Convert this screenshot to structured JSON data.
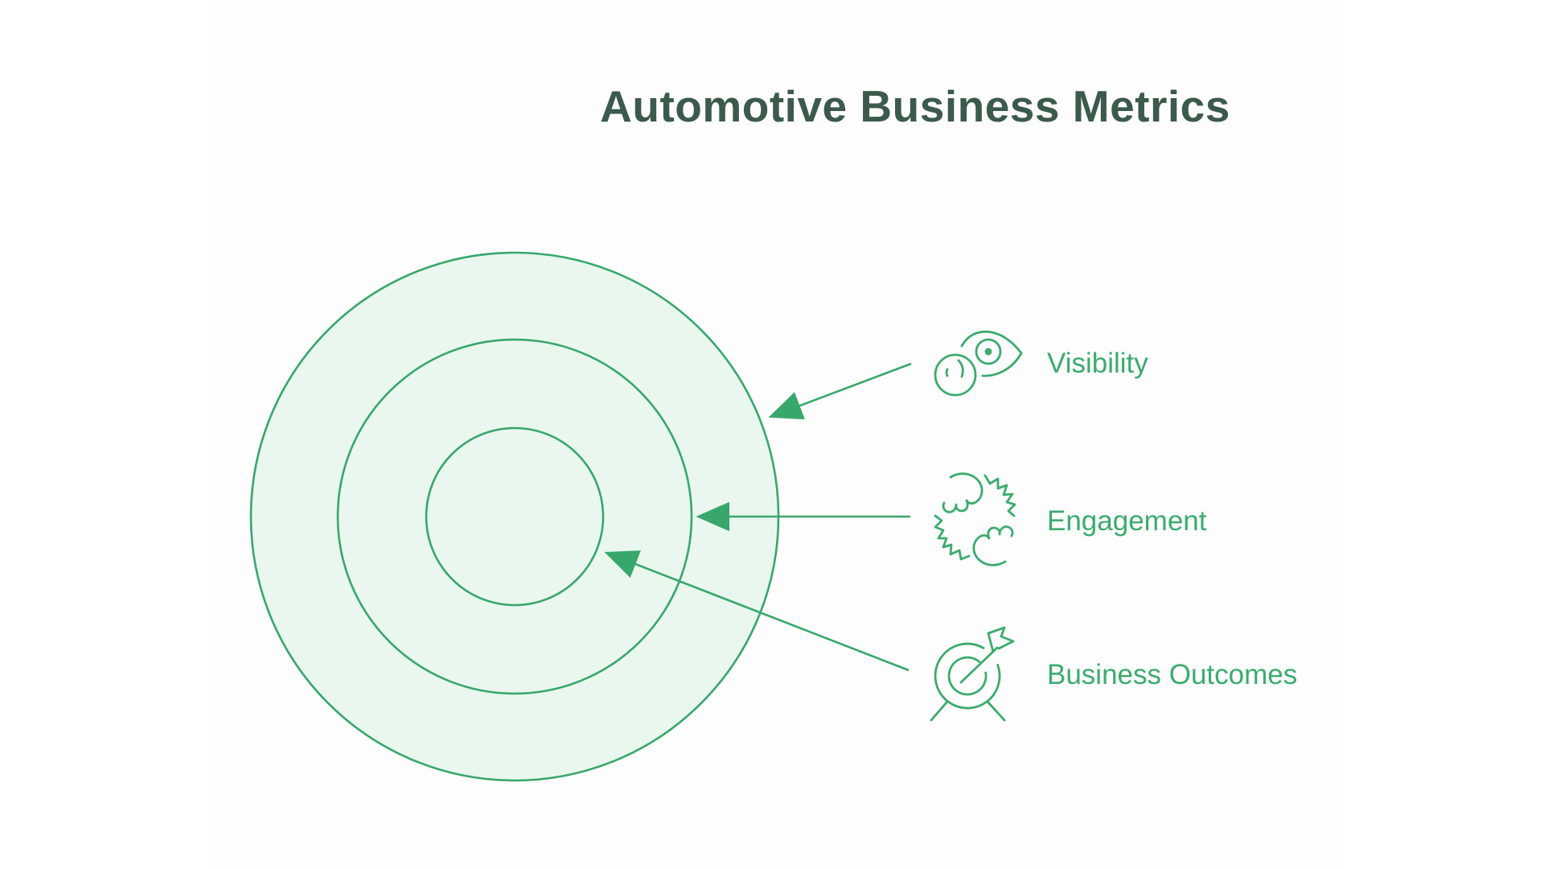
{
  "title": {
    "text": "Automotive Business Metrics"
  },
  "items": [
    {
      "label": "Visibility",
      "icon": "eye-visibility-icon",
      "points_to_ring": "outer"
    },
    {
      "label": "Engagement",
      "icon": "handshake-icon",
      "points_to_ring": "middle"
    },
    {
      "label": "Business Outcomes",
      "icon": "target-arrow-icon",
      "points_to_ring": "inner"
    }
  ],
  "diagram": {
    "type": "concentric-circles",
    "ring_count": 3,
    "ring_labels_outer_to_inner": [
      "Visibility",
      "Engagement",
      "Business Outcomes"
    ]
  },
  "colors": {
    "accent_green": "#3CAB6E",
    "ring_stroke": "#38A76B",
    "ring_fill": "#E9F7EF",
    "title_color": "#3C5A4B",
    "canvas_bg": "#FDFDFD"
  }
}
